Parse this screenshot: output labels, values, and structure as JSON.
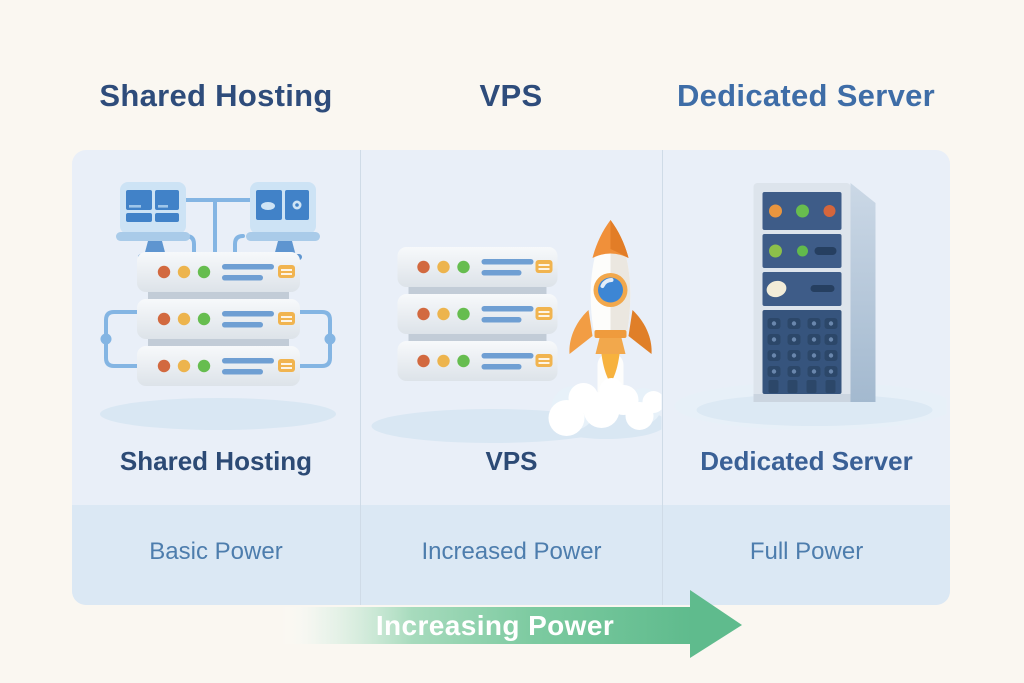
{
  "columns": [
    {
      "heading": "Shared Hosting",
      "label": "Shared Hosting",
      "power": "Basic Power",
      "icon": "shared-hosting-server-stack-icon"
    },
    {
      "heading": "VPS",
      "label": "VPS",
      "power": "Increased Power",
      "icon": "vps-server-rocket-icon"
    },
    {
      "heading": "Dedicated Server",
      "label": "Dedicated Server",
      "power": "Full Power",
      "icon": "dedicated-tower-server-icon"
    }
  ],
  "arrow": {
    "label": "Increasing Power"
  },
  "colors": {
    "bg": "#faf7f1",
    "panel": "#e9eff8",
    "band": "#dbe8f4",
    "divider": "#cfdbe7",
    "heading_navy": "#2e4c7b",
    "heading_blue": "#3e6da7",
    "label_navy": "#2c4a75",
    "label_blue": "#3a6096",
    "power_blue": "#4d7dad",
    "arrow_green": "#5fbb8d",
    "status_red": "#d2693f",
    "status_yellow": "#edb44d",
    "status_green": "#66bd4f",
    "line_blue": "#84b5e3"
  }
}
